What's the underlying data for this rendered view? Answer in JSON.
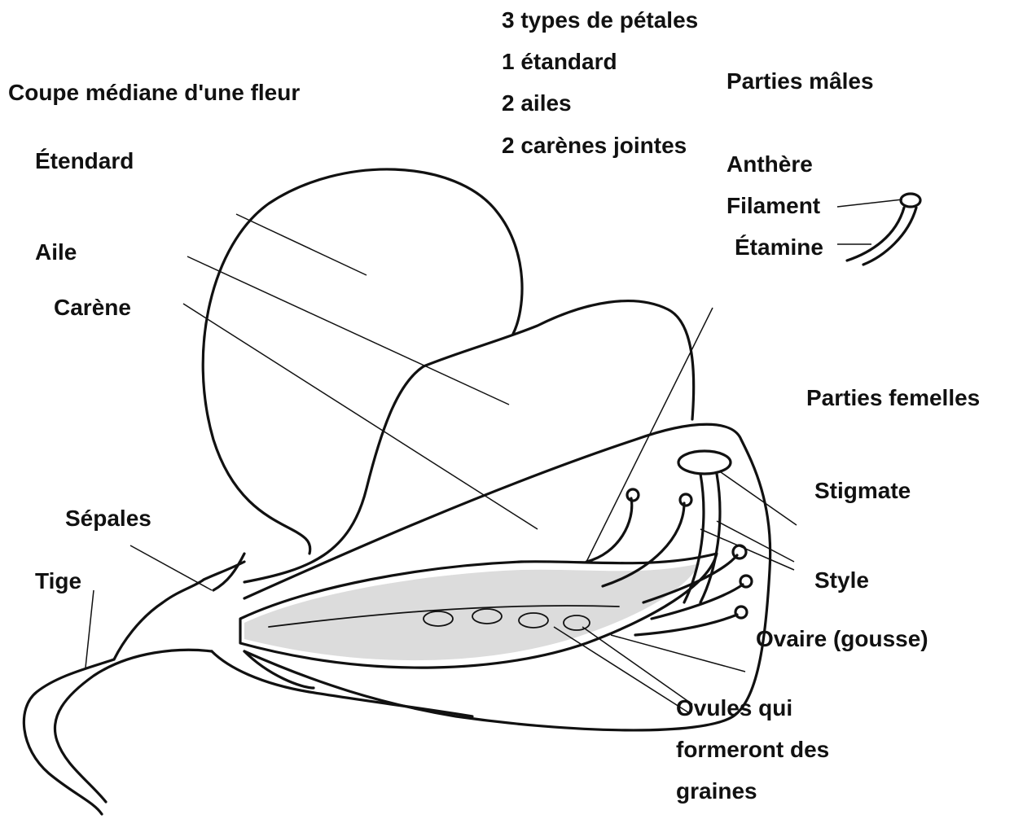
{
  "title": "Coupe médiane d'une fleur",
  "petals": {
    "heading": "3 types de pétales",
    "item1": "1 étandard",
    "item2": "2 ailes",
    "item3": "2 carènes jointes"
  },
  "male": {
    "heading": "Parties mâles",
    "anther": "Anthère",
    "filament": "Filament",
    "stamen": "Étamine"
  },
  "female": {
    "heading": "Parties femelles",
    "stigma": "Stigmate",
    "style": "Style",
    "ovary": "Ovaire (gousse)",
    "ovules_line1": "Ovules qui",
    "ovules_line2": "formeront des",
    "ovules_line3": "graines"
  },
  "parts": {
    "standard": "Étendard",
    "wing": "Aile",
    "keel": "Carène",
    "sepals": "Sépales",
    "stem": "Tige"
  }
}
